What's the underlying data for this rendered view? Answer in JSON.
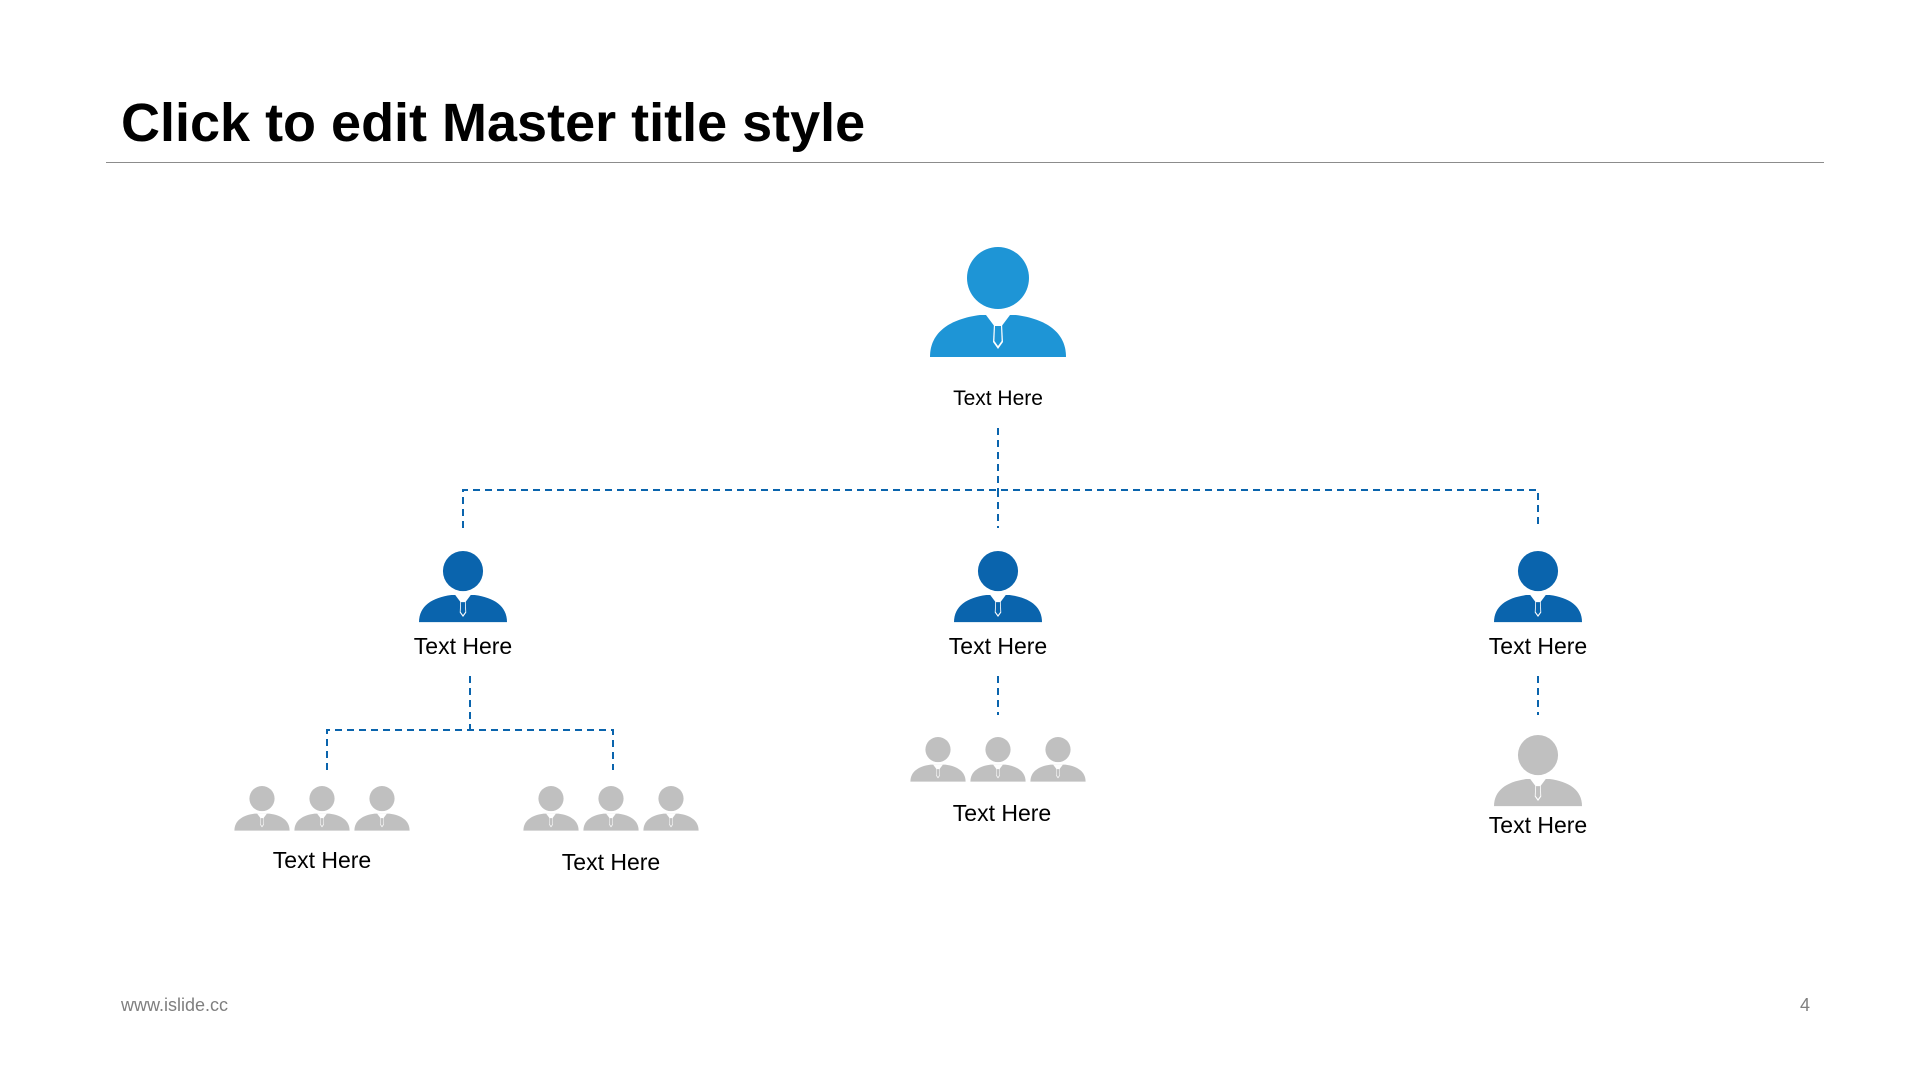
{
  "slide": {
    "title": "Click to edit Master title style"
  },
  "colors": {
    "root": "#1e95d6",
    "manager": "#0a64ad",
    "staff": "#c0c0c0",
    "connector": "#0a64ad",
    "rule": "#8c8c8c"
  },
  "org": {
    "root": {
      "label": "Text Here",
      "icon": "person-icon"
    },
    "managers": [
      {
        "label": "Text Here",
        "icon": "person-icon",
        "teams": [
          {
            "label": "Text Here",
            "icon": "team-icon",
            "members": 3
          },
          {
            "label": "Text Here",
            "icon": "team-icon",
            "members": 3
          }
        ]
      },
      {
        "label": "Text Here",
        "icon": "person-icon",
        "teams": [
          {
            "label": "Text Here",
            "icon": "team-icon",
            "members": 3
          }
        ]
      },
      {
        "label": "Text Here",
        "icon": "person-icon",
        "teams": [
          {
            "label": "Text Here",
            "icon": "person-icon",
            "members": 1
          }
        ]
      }
    ]
  },
  "footer": {
    "url": "www.islide.cc",
    "page_number": "4"
  }
}
